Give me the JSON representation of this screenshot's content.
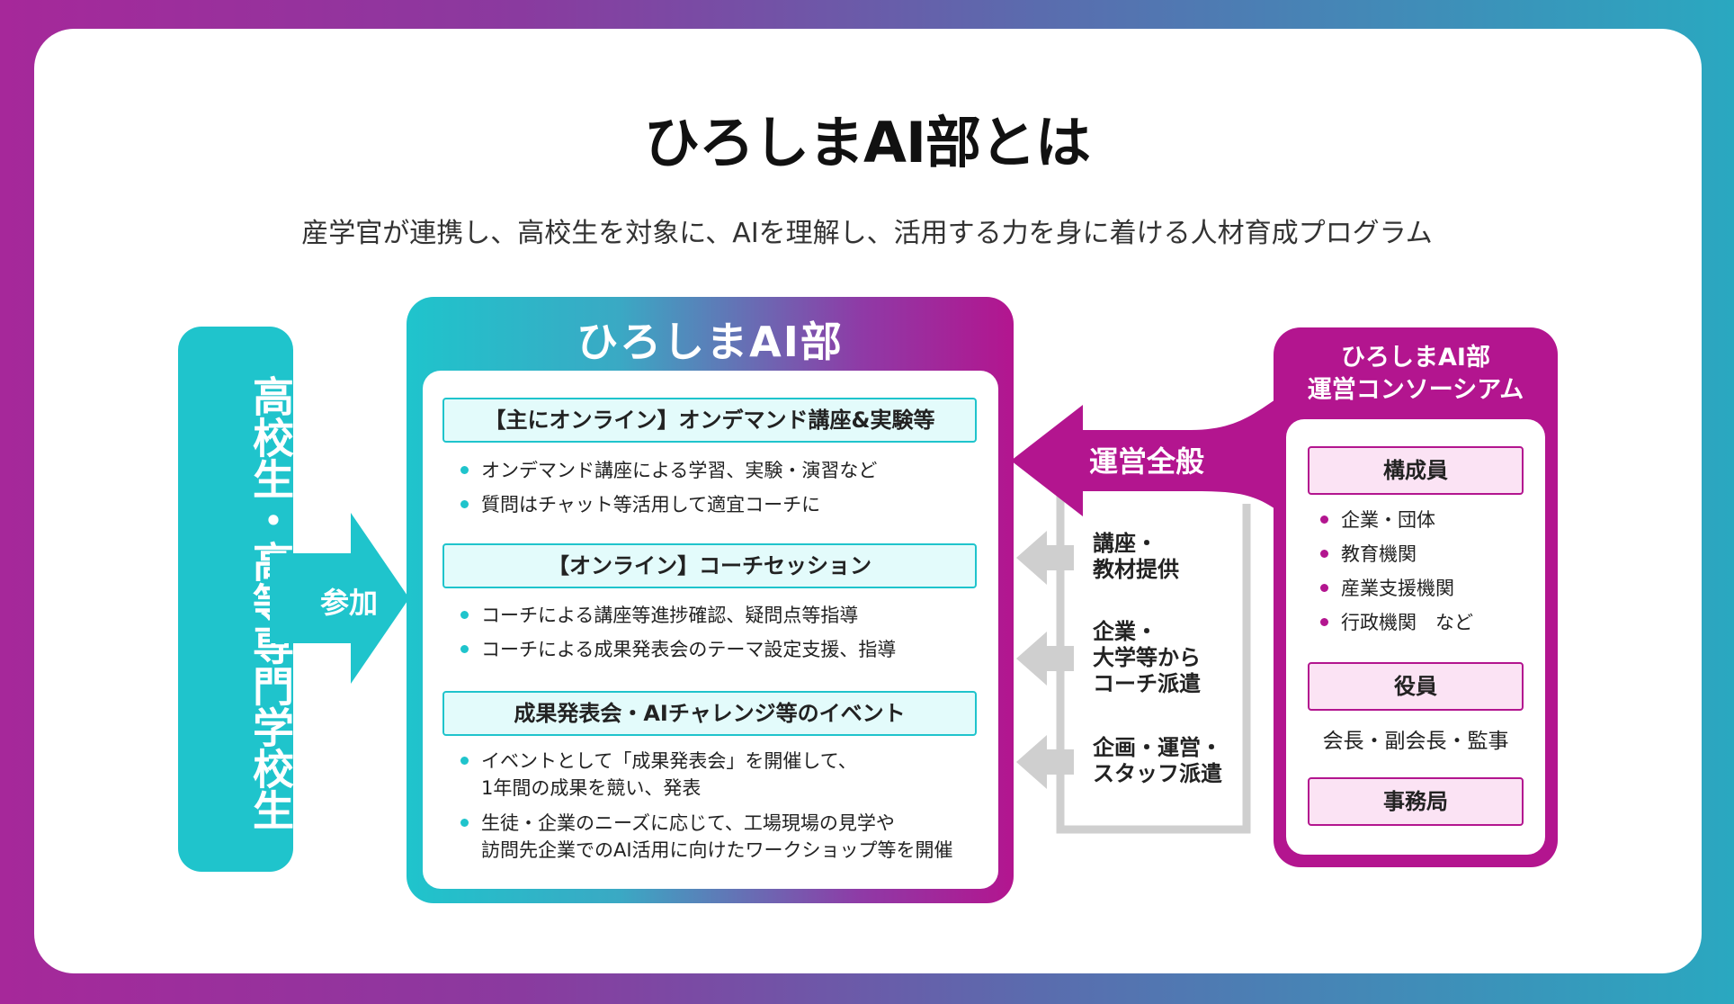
{
  "title": "ひろしまAI部とは",
  "subtitle": "産学官が連携し、高校生を対象に、AIを理解し、活用する力を身に着ける人材育成プログラム",
  "left": {
    "label": "高校生・高等専門学校生",
    "arrow_label": "参加"
  },
  "center": {
    "title": "ひろしまAI部",
    "sections": [
      {
        "heading": "【主にオンライン】オンデマンド講座&実験等",
        "bullets": [
          {
            "lines": [
              "オンデマンド講座による学習、実験・演習など"
            ]
          },
          {
            "lines": [
              "質問はチャット等活用して適宜コーチに"
            ]
          }
        ]
      },
      {
        "heading": "【オンライン】コーチセッション",
        "bullets": [
          {
            "lines": [
              "コーチによる講座等進捗確認、疑問点等指導"
            ]
          },
          {
            "lines": [
              "コーチによる成果発表会のテーマ設定支援、指導"
            ]
          }
        ]
      },
      {
        "heading": "成果発表会・AIチャレンジ等のイベント",
        "bullets": [
          {
            "lines": [
              "イベントとして「成果発表会」を開催して、",
              "1年間の成果を競い、発表"
            ]
          },
          {
            "lines": [
              "生徒・企業のニーズに応じて、工場現場の見学や",
              "訪問先企業でのAI活用に向けたワークショップ等を開催"
            ]
          }
        ]
      }
    ]
  },
  "middle": {
    "ops_label": "運営全般",
    "items": [
      {
        "lines": [
          "講座・",
          "教材提供"
        ]
      },
      {
        "lines": [
          "企業・",
          "大学等から",
          "コーチ派遣"
        ]
      },
      {
        "lines": [
          "企画・運営・",
          "スタッフ派遣"
        ]
      }
    ]
  },
  "right": {
    "title_line1": "ひろしまAI部",
    "title_line2": "運営コンソーシアム",
    "members_heading": "構成員",
    "members": [
      "企業・団体",
      "教育機関",
      "産業支援機関",
      "行政機関　など"
    ],
    "officers_heading": "役員",
    "officers": "会長・副会長・監事",
    "secretariat_heading": "事務局"
  },
  "colors": {
    "teal": "#1fc4cc",
    "magenta": "#b3158f",
    "gray_arrow": "#cfcfcf"
  }
}
